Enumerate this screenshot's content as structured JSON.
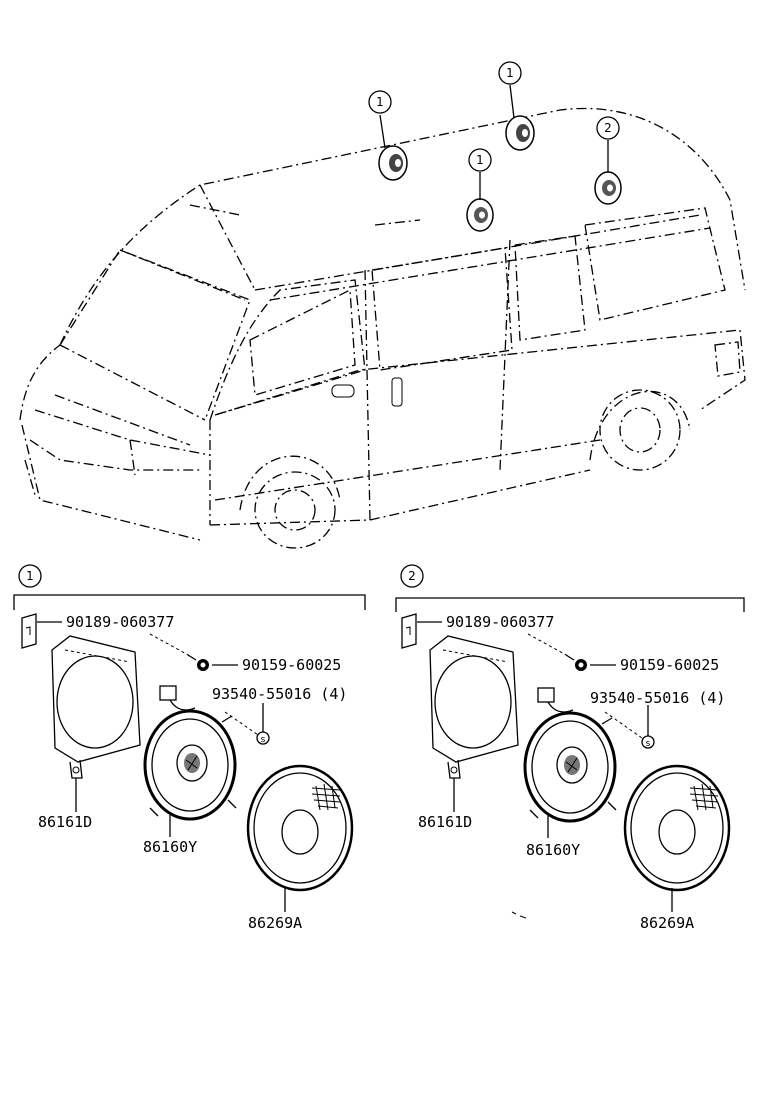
{
  "callouts": {
    "spk_front_left": "1",
    "spk_front_center": "1",
    "spk_mid": "1",
    "spk_rear": "2"
  },
  "assembly_1": {
    "index": "1",
    "parts": {
      "clip": "90189-060377",
      "screw": "90159-60025",
      "nut": "93540-55016 (4)",
      "bracket": "86161D",
      "speaker": "86160Y",
      "grille": "86269A"
    }
  },
  "assembly_2": {
    "index": "2",
    "parts": {
      "clip": "90189-060377",
      "screw": "90159-60025",
      "nut": "93540-55016 (4)",
      "bracket": "86161D",
      "speaker": "86160Y",
      "grille": "86269A"
    }
  }
}
